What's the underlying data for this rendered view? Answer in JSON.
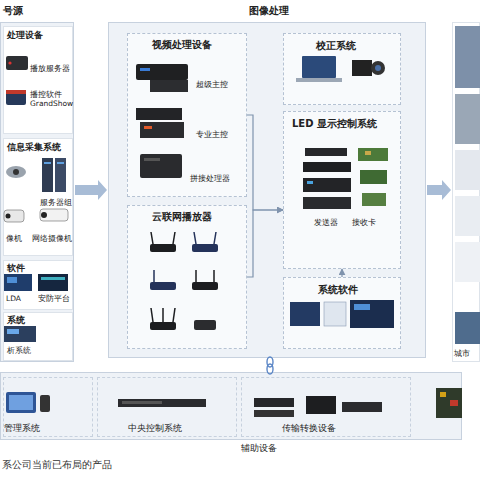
{
  "diagram": {
    "caption": "系公司当前已布局的产品",
    "nodes": [
      {
        "text": [
          "号源"
        ]
      },
      {
        "text": [
          "处理设备",
          "播放服务器",
          "播控软件 GrandShow"
        ],
        "in": 0
      },
      {
        "text": [
          "信息采集系统",
          "服务器组",
          "像机",
          "网络摄像机"
        ],
        "in": 0
      },
      {
        "text": [
          "软件",
          "LDA",
          "安防平台"
        ],
        "in": 0
      },
      {
        "text": [
          "系统",
          "析系统"
        ],
        "in": 0
      },
      {
        "text": [
          "图像处理"
        ]
      },
      {
        "text": [
          "视频处理设备",
          "超级主控",
          "专业主控",
          "拼接处理器"
        ],
        "in": 5
      },
      {
        "text": [
          "云联网播放器"
        ],
        "in": 5
      },
      {
        "text": [
          "校正系统"
        ],
        "in": 5
      },
      {
        "text": [
          "LED 显示控制系统",
          "发送器",
          "接收卡"
        ],
        "in": 5
      },
      {
        "text": [
          "系统软件"
        ],
        "in": 5
      },
      {
        "text": [
          "城市"
        ]
      },
      {
        "text": [
          "辅助设备"
        ]
      },
      {
        "text": [
          "管理系统"
        ],
        "in": 12
      },
      {
        "text": [
          "中央控制系统"
        ],
        "in": 12
      },
      {
        "text": [
          "传输转换设备"
        ],
        "in": 12
      }
    ],
    "edges": [
      {
        "from": 0,
        "to": 5,
        "arrow": "to"
      },
      {
        "from": 5,
        "to": 11,
        "arrow": "to"
      },
      {
        "from": 6,
        "to": 9,
        "arrow": "to"
      },
      {
        "from": 7,
        "to": 9,
        "arrow": "to"
      },
      {
        "from": 10,
        "to": 9,
        "arrow": "to"
      }
    ]
  }
}
